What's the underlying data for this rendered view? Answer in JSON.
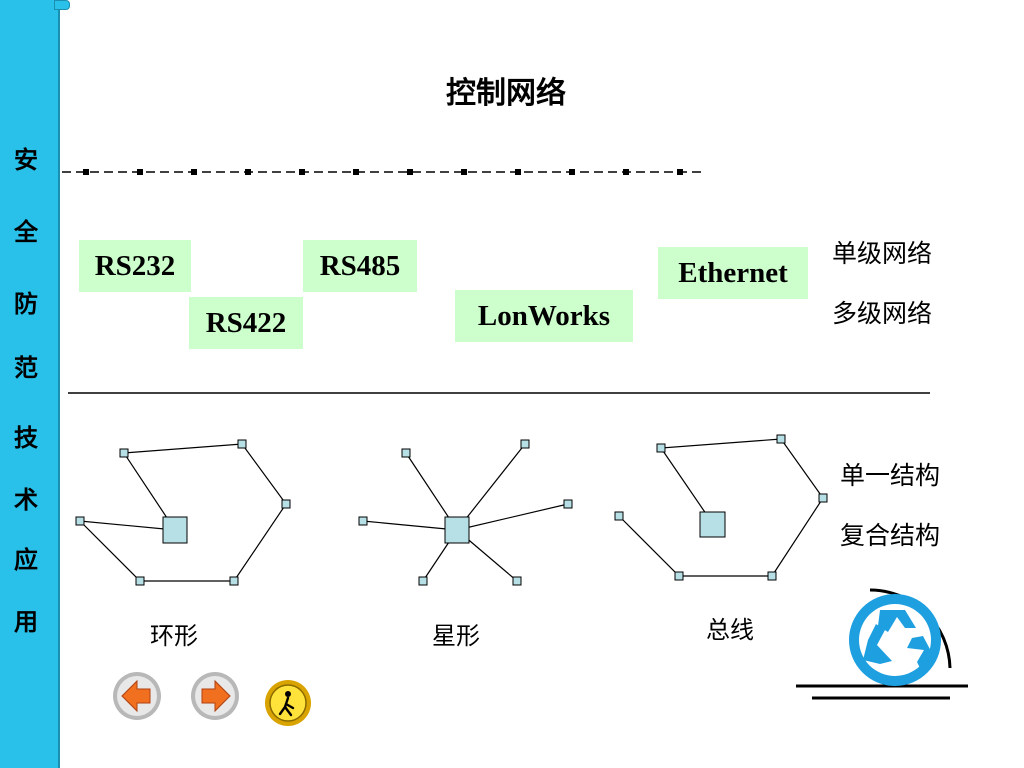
{
  "sidebar": {
    "chars": [
      "安",
      "全",
      "防",
      "范",
      "技",
      "术",
      "应",
      "用"
    ]
  },
  "title": "控制网络",
  "buses": {
    "rs232": "RS232",
    "rs422": "RS422",
    "rs485": "RS485",
    "lonworks": "LonWorks",
    "ethernet": "Ethernet"
  },
  "network_levels": {
    "single": "单级网络",
    "multi": "多级网络"
  },
  "structures": {
    "single": "单一结构",
    "composite": "复合结构"
  },
  "topologies": {
    "ring": "环形",
    "star": "星形",
    "bus": "总线"
  },
  "colors": {
    "sidebar": "#29c1ea",
    "tag_bg": "#ccffcc",
    "node_fill": "#b7e0e6",
    "recycle": "#1e9fe0"
  },
  "icons": {
    "prev": "arrow-left-icon",
    "next": "arrow-right-icon",
    "exit": "exit-icon",
    "logo": "recycle-icon"
  }
}
